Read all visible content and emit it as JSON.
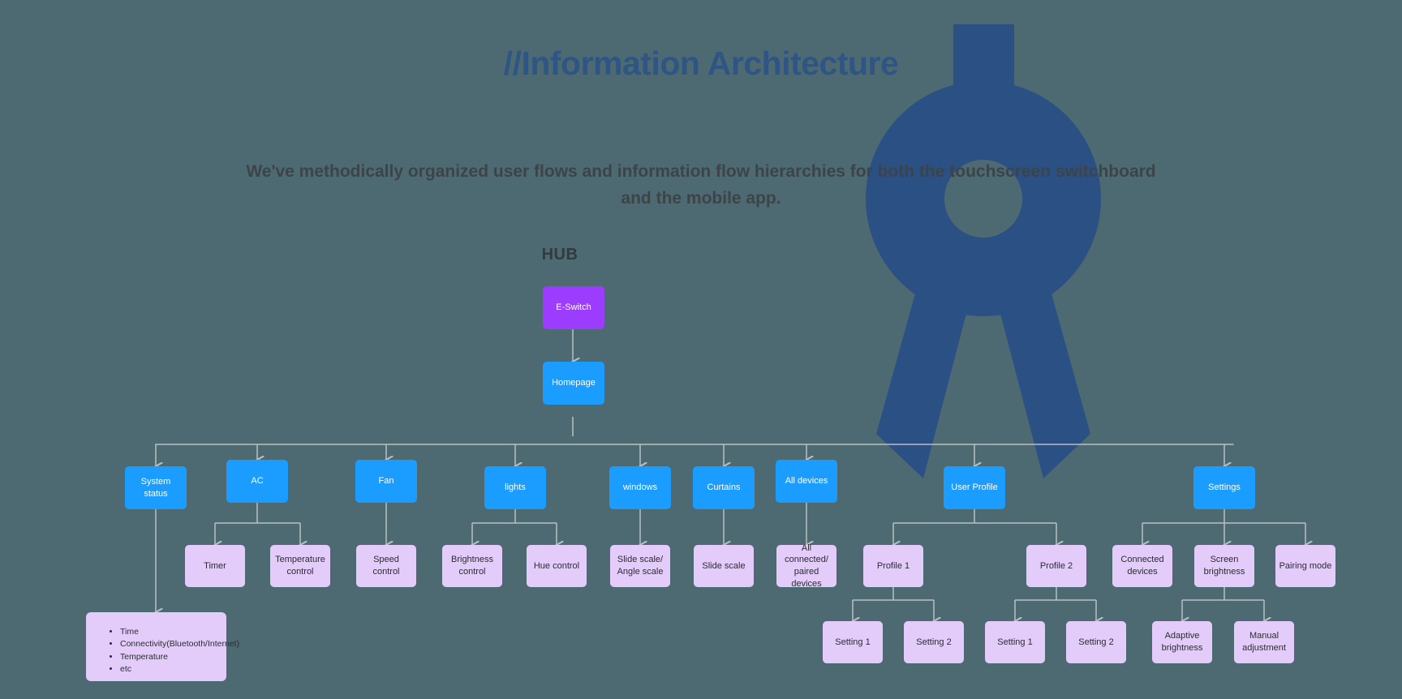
{
  "page": {
    "background_color": "#4d6a73",
    "title": "//Information Architecture",
    "title_color": "#2e5584",
    "subtitle": "We've methodically organized user flows and information flow hierarchies for both the touchscreen switchboard and the mobile app.",
    "subtitle_color": "#3c4448",
    "section_label": "HUB"
  },
  "decor": {
    "compass_icon": "compass-icon",
    "compass_color": "#2b5084"
  },
  "colors": {
    "root_node": "#9b3cff",
    "branch_node": "#1b9dff",
    "leaf_node": "#e3ccf9",
    "connector": "#b8bfc2"
  },
  "nodes": {
    "root": {
      "label": "E-Switch",
      "type": "root"
    },
    "homepage": {
      "label": "Homepage",
      "type": "branch"
    },
    "level2": [
      {
        "label": "System status"
      },
      {
        "label": "AC"
      },
      {
        "label": "Fan"
      },
      {
        "label": "lights"
      },
      {
        "label": "windows"
      },
      {
        "label": "Curtains"
      },
      {
        "label": "All devices"
      },
      {
        "label": "User Profile"
      },
      {
        "label": "Settings"
      }
    ],
    "level3": [
      {
        "label": "Timer"
      },
      {
        "label": "Temperature control"
      },
      {
        "label": "Speed control"
      },
      {
        "label": "Brightness control"
      },
      {
        "label": "Hue control"
      },
      {
        "label": "Slide scale/ Angle scale"
      },
      {
        "label": "Slide scale"
      },
      {
        "label": "All connected/ paired devices"
      },
      {
        "label": "Profile 1"
      },
      {
        "label": "Profile 2"
      },
      {
        "label": "Connected devices"
      },
      {
        "label": "Screen brightness"
      },
      {
        "label": "Pairing mode"
      }
    ],
    "level4": [
      {
        "label": "Setting 1"
      },
      {
        "label": "Setting 2"
      },
      {
        "label": "Setting 1"
      },
      {
        "label": "Setting 2"
      },
      {
        "label": "Adaptive brightness"
      },
      {
        "label": "Manual adjustment"
      }
    ],
    "status_list": {
      "items": [
        "Time",
        "Connectivity(Bluetooth/Internet)",
        "Temperature",
        "etc"
      ]
    }
  }
}
